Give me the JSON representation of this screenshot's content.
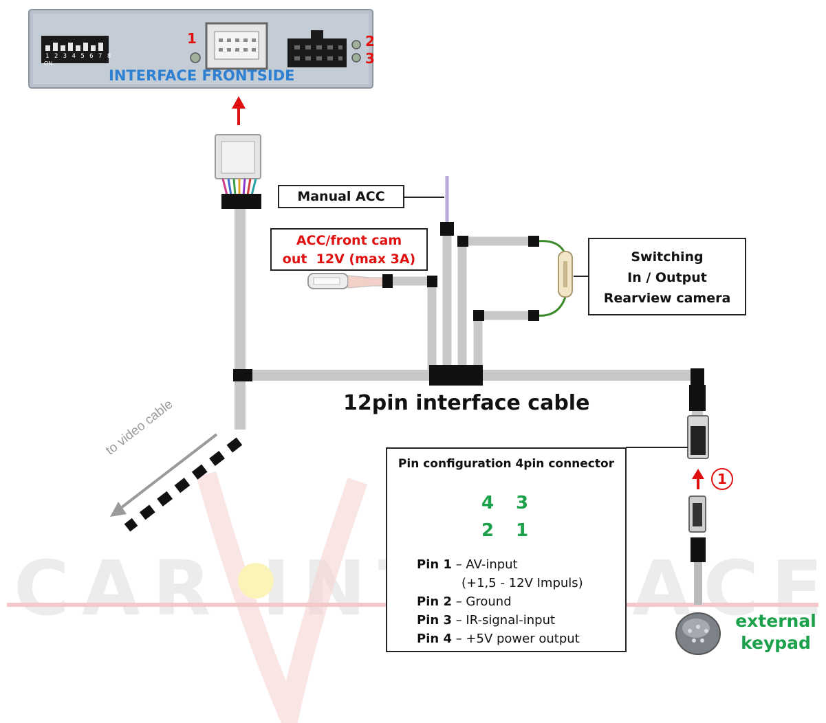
{
  "interface": {
    "label": "INTERFACE FRONTSIDE",
    "dip_numbers": "1 2 3 4 5 6 7 8",
    "dip_on": "ON",
    "marker_1": "1",
    "marker_2": "2",
    "marker_3": "3"
  },
  "labels": {
    "manual_acc": "Manual ACC",
    "acc_front_line1": "ACC/front cam",
    "acc_front_line2": "out  12V (max 3A)",
    "switching_line1": "Switching",
    "switching_line2": "In / Output",
    "switching_line3": "Rearview camera",
    "cable_title": "12pin interface cable",
    "to_video_cable": "to video cable",
    "external_line1": "external",
    "external_line2": "keypad",
    "step_marker": "1"
  },
  "pin_config": {
    "title": "Pin configuration 4pin connector",
    "grid": [
      "4",
      "3",
      "2",
      "1"
    ],
    "pins": [
      {
        "pin": "Pin 1",
        "desc": " – AV-input"
      },
      {
        "pin": "",
        "desc": "(+1,5 - 12V Impuls)"
      },
      {
        "pin": "Pin 2",
        "desc": " – Ground"
      },
      {
        "pin": "Pin 3",
        "desc": " – IR-signal-input"
      },
      {
        "pin": "Pin 4",
        "desc": " – +5V power output"
      }
    ]
  },
  "watermark": "CAR INTERFACE",
  "colors": {
    "cable": "#c8c8c8",
    "connector": "#111111",
    "arrow": "#e01010",
    "green_wire": "#3a8a2a",
    "acc_wire": "#b8a8d8",
    "green_text": "#1aa14a",
    "blue_label": "#2d7fd1"
  }
}
